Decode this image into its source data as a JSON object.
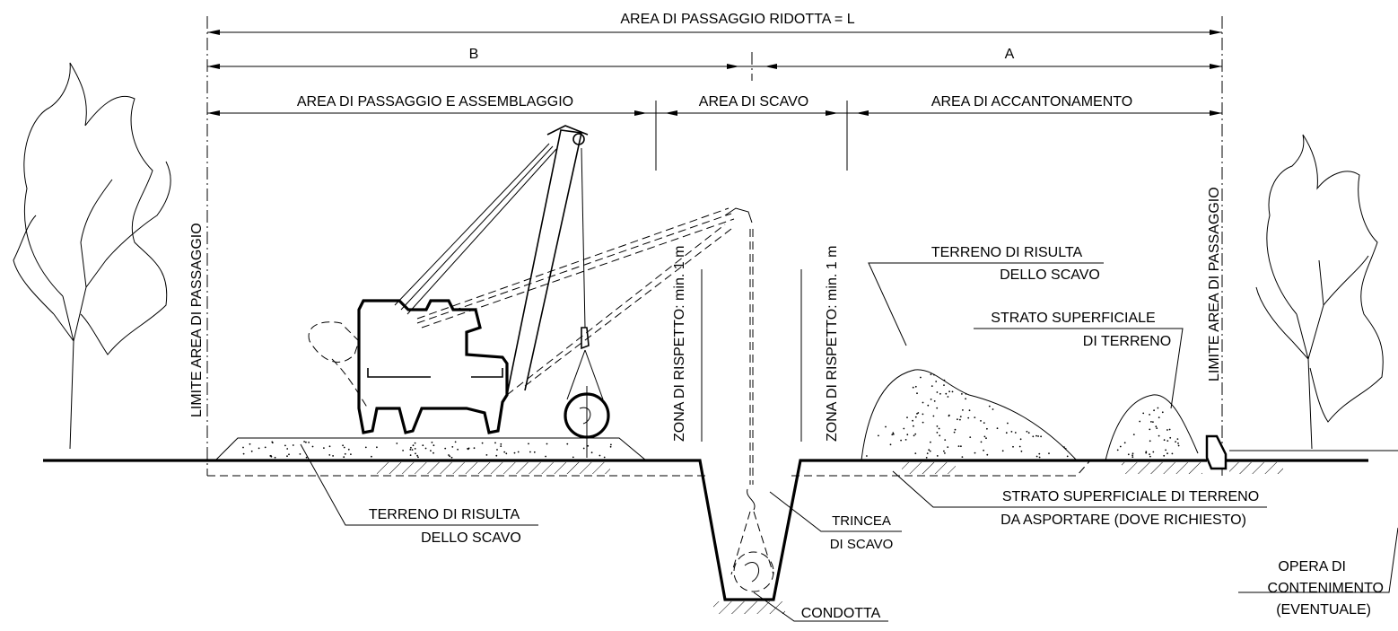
{
  "dimensions": {
    "total": "AREA DI PASSAGGIO RIDOTTA = L",
    "b": "B",
    "a": "A",
    "area_passaggio": "AREA DI PASSAGGIO E ASSEMBLAGGIO",
    "area_scavo": "AREA DI SCAVO",
    "area_accantonamento": "AREA DI ACCANTONAMENTO"
  },
  "vertical_labels": {
    "limite_left": "LIMITE AREA DI PASSAGGIO",
    "limite_right": "LIMITE AREA DI PASSAGGIO",
    "zona_left": "ZONA DI RISPETTO: min. 1 m",
    "zona_right": "ZONA DI RISPETTO: min. 1 m"
  },
  "callouts": {
    "terreno_left_1": "TERRENO DI RISULTA",
    "terreno_left_2": "DELLO SCAVO",
    "trincea_1": "TRINCEA",
    "trincea_2": "DI SCAVO",
    "condotta": "CONDOTTA",
    "terreno_right_1": "TERRENO DI RISULTA",
    "terreno_right_2": "DELLO SCAVO",
    "strato_sup_1": "STRATO SUPERFICIALE",
    "strato_sup_2": "DI TERRENO",
    "strato_asp_1": "STRATO SUPERFICIALE DI TERRENO",
    "strato_asp_2": "DA ASPORTARE (DOVE RICHIESTO)",
    "opera_1": "OPERA DI",
    "opera_2": "CONTENIMENTO",
    "opera_3": "(EVENTUALE)"
  }
}
